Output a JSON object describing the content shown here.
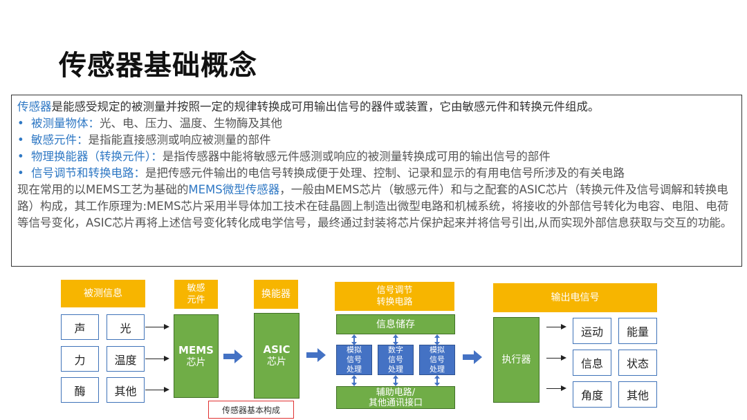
{
  "title": "传感器基础概念",
  "text": {
    "intro_term": "传感器",
    "intro_rest": "是能感受规定的被测量并按照一定的规律转换成可用输出信号的器件或装置，它由敏感元件和转换元件组成。",
    "bullets": [
      {
        "term": "被测量物体：",
        "desc": "光、电、压力、温度、生物酶及其他"
      },
      {
        "term": "敏感元件：",
        "desc": "是指能直接感测或响应被测量的部件"
      },
      {
        "term": "物理换能器（转换元件）：",
        "desc": "是指传感器中能将敏感元件感测或响应的被测量转换成可用的输出信号的部件"
      },
      {
        "term": "信号调节和转换电路：",
        "desc": "是把传感元件输出的电信号转换成便于处理、控制、记录和显示的有用电信号所涉及的有关电路"
      }
    ],
    "para_prefix": "现在常用的以MEMS工艺为基础的",
    "para_term": "MEMS微型传感器",
    "para_rest": "，一般由MEMS芯片（敏感元件）和与之配套的ASIC芯片（转换元件及信号调解和转换电路）构成，其工作原理为:MEMS芯片采用半导体加工技术在硅晶圆上制造出微型电路和机械系统，将接收的外部信号转化为电容、电阻、电荷等信号变化，ASIC芯片再将上述信号变化转化成电学信号，最终通过封装将芯片保护起来并将信号引出,从而实现外部信息获取与交互的功能。"
  },
  "diagram": {
    "header_measured": "被测信息",
    "header_sensitive": "敏感\n元件",
    "header_transducer": "换能器",
    "header_conditioning": "信号调节\n转换电路",
    "header_output": "输出电信号",
    "inputs": [
      "声",
      "光",
      "力",
      "温度",
      "酶",
      "其他"
    ],
    "mems_title": "MEMS",
    "mems_sub": "芯片",
    "asic_title": "ASIC",
    "asic_sub": "芯片",
    "storage": "信息储存",
    "proc": [
      "模拟\n信号\n处理",
      "数字\n信号\n处理",
      "模拟\n信号\n处理"
    ],
    "aux": "辅助电路/\n其他通讯接口",
    "actuator": "执行器",
    "outputs": [
      "运动",
      "能量",
      "信息",
      "状态",
      "角度",
      "其他"
    ],
    "caption": "传感器基本构成"
  },
  "colors": {
    "yellow": "#f7b500",
    "green": "#70ad47",
    "blue": "#4472c4",
    "accent_text": "#2f78c4"
  }
}
